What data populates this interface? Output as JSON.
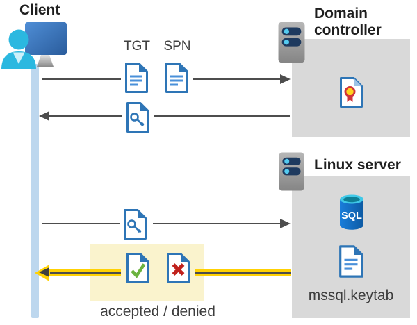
{
  "diagram": {
    "client": {
      "label": "Client"
    },
    "domain_controller": {
      "label": "Domain controller"
    },
    "linux_server": {
      "label": "Linux server",
      "keytab_label": "mssql.keytab",
      "sql_label": "SQL"
    },
    "tickets": {
      "tgt_label": "TGT",
      "spn_label": "SPN"
    },
    "result": {
      "label": "accepted / denied"
    },
    "icons": {
      "client": "person-at-monitor-icon",
      "domain_controller": "server-icon",
      "linux_server": "server-icon",
      "tgt": "ticket-document-icon",
      "spn": "ticket-document-icon",
      "service_ticket": "key-document-icon",
      "certificate": "certificate-document-icon",
      "sql": "sql-database-icon",
      "keytab": "document-icon",
      "accepted": "check-document-icon",
      "denied": "x-document-icon"
    },
    "colors": {
      "doc_border_blue": "#2E75B6",
      "doc_line_blue": "#4A90D9",
      "timeline_blue": "#BDD7EE",
      "box_gray": "#D9D9D9",
      "arrow_gray": "#4D4D4D",
      "highlight_yellow": "#FFD103",
      "highlight_box_cream": "#FAF3CD",
      "accepted_green": "#6CB33F",
      "denied_red": "#C0211C",
      "person_cyan": "#2BB8E0",
      "sql_blue": "#1068B5"
    }
  }
}
